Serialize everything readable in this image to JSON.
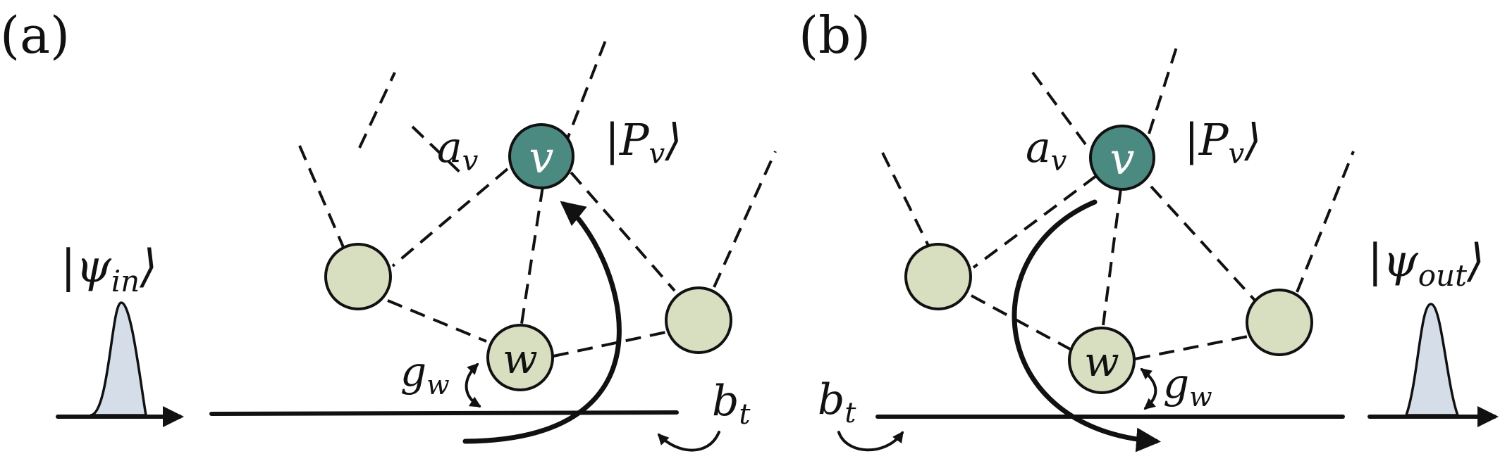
{
  "panel_a": {
    "label": "(a)",
    "input_state": "|ψin⟩",
    "amplitude_label": "av",
    "projector_label": "|Pv⟩",
    "center_node": "v",
    "coupled_node": "w",
    "coupling_label": "gw",
    "waveguide_label": "bt"
  },
  "panel_b": {
    "label": "(b)",
    "output_state": "|ψout⟩",
    "amplitude_label": "av",
    "projector_label": "|Pv⟩",
    "center_node": "v",
    "coupled_node": "w",
    "coupling_label": "gw",
    "waveguide_label": "bt"
  },
  "colors": {
    "target_node": "#4b8a80",
    "graph_node": "#d7dfc0",
    "pulse_fill": "#d5dde9",
    "line": "#111111"
  }
}
